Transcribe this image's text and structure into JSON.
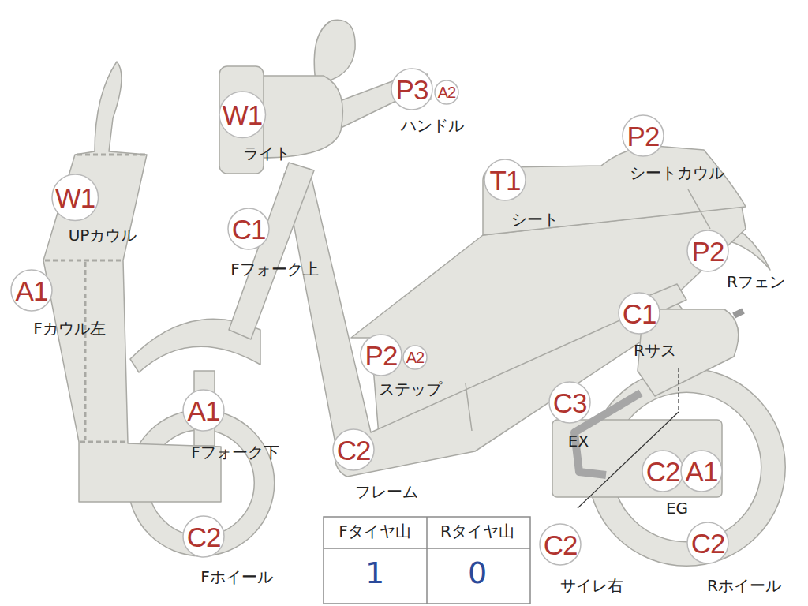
{
  "diagram": {
    "nodes": [
      {
        "text": [
          "W1"
        ]
      },
      {
        "text": [
          "A1"
        ]
      },
      {
        "text": [
          "W1"
        ]
      },
      {
        "text": [
          "C1"
        ]
      },
      {
        "text": [
          "P3"
        ]
      },
      {
        "text": [
          "A2"
        ]
      },
      {
        "text": [
          "T1"
        ]
      },
      {
        "text": [
          "P2"
        ]
      },
      {
        "text": [
          "P2"
        ]
      },
      {
        "text": [
          "C1"
        ]
      },
      {
        "text": [
          "P2"
        ]
      },
      {
        "text": [
          "A2"
        ]
      },
      {
        "text": [
          "A1"
        ]
      },
      {
        "text": [
          "C2"
        ]
      },
      {
        "text": [
          "C3"
        ]
      },
      {
        "text": [
          "C2"
        ]
      },
      {
        "text": [
          "A1"
        ]
      },
      {
        "text": [
          "C2"
        ]
      },
      {
        "text": [
          "C2"
        ]
      },
      {
        "text": [
          "C2"
        ]
      }
    ],
    "labels": [
      "UPカウル",
      "Fカウル左",
      "ライト",
      "Fフォーク上",
      "ハンドル",
      "シート",
      "シートカウル",
      "Rフェン",
      "Rサス",
      "ステップ",
      "Fフォーク下",
      "フレーム",
      "EX",
      "EG",
      "Fホイール",
      "サイレ右",
      "Rホイール",
      "Fタイヤ山",
      "Rタイヤ山",
      "1",
      "0"
    ]
  }
}
